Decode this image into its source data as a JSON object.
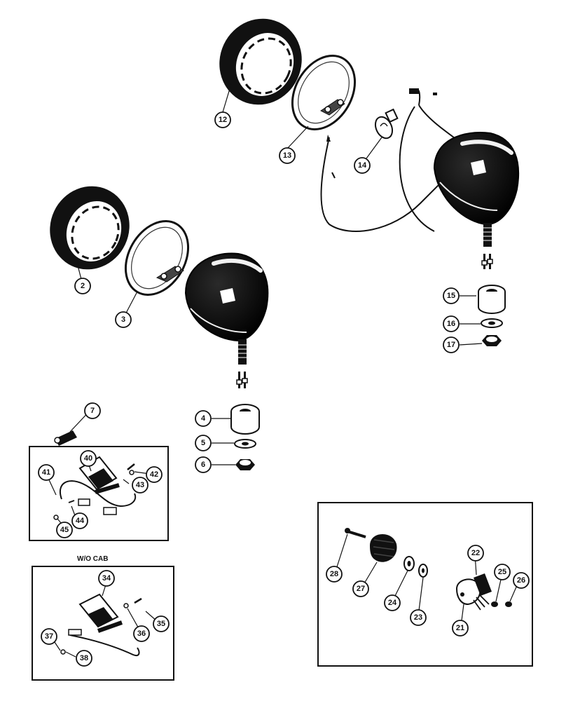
{
  "diagram": {
    "insets": {
      "wo_cab_title": "W/O CAB"
    },
    "callouts": [
      "2",
      "3",
      "4",
      "5",
      "6",
      "7",
      "12",
      "13",
      "14",
      "15",
      "16",
      "17",
      "21",
      "22",
      "23",
      "24",
      "25",
      "26",
      "27",
      "28",
      "34",
      "35",
      "36",
      "37",
      "38",
      "40",
      "41",
      "42",
      "43",
      "44",
      "45"
    ],
    "colors": {
      "ink": "#111111",
      "paper": "#ffffff",
      "highlight": "#f2f2f2"
    }
  }
}
